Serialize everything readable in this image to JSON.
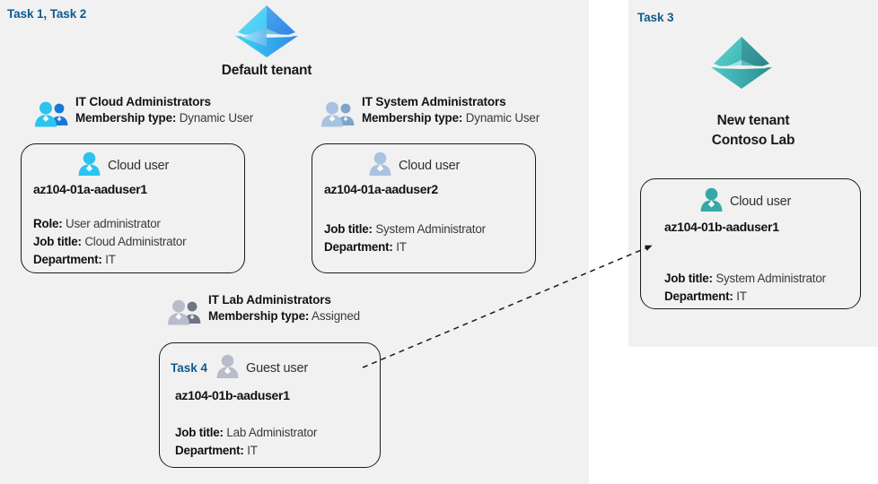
{
  "panels": {
    "left": {
      "task_label": "Task 1, Task 2"
    },
    "right": {
      "task_label": "Task 3"
    }
  },
  "tenants": [
    {
      "id": "default-tenant",
      "icon": "azure-tenant-icon",
      "color": "#31a9f0",
      "caption_line1": "Default tenant",
      "caption_line2": ""
    },
    {
      "id": "new-tenant",
      "icon": "azure-tenant-icon",
      "color": "#36b3b3",
      "caption_line1": "New  tenant",
      "caption_line2": "Contoso Lab"
    }
  ],
  "groups": [
    {
      "id": "it-cloud-administrators",
      "icon": "group-users-icon",
      "title": "IT Cloud Administrators",
      "membership_label": "Membership type:",
      "membership_value": "Dynamic User",
      "icon_color": "#2bc4f0",
      "icon_color_back": "#1779d6"
    },
    {
      "id": "it-system-administrators",
      "icon": "group-users-icon",
      "title": "IT System Administrators",
      "membership_label": "Membership type:",
      "membership_value": "Dynamic User",
      "icon_color": "#a8c3e0",
      "icon_color_back": "#7fa4c8"
    },
    {
      "id": "it-lab-administrators",
      "icon": "group-users-icon",
      "title": "IT Lab Administrators",
      "membership_label": "Membership type:",
      "membership_value": "Assigned",
      "icon_color": "#b9bcc9",
      "icon_color_back": "#6f7585"
    }
  ],
  "users": [
    {
      "id": "az104-01a-aaduser1",
      "task_tag": "",
      "icon": "cloud-user-icon",
      "user_type": "Cloud user",
      "icon_color": "#2bc4f0",
      "name": "az104-01a-aaduser1",
      "props": [
        {
          "label": "Role:",
          "value": "User administrator"
        },
        {
          "label": "Job title:",
          "value": "Cloud Administrator"
        },
        {
          "label": "Department:",
          "value": "IT"
        }
      ]
    },
    {
      "id": "az104-01a-aaduser2",
      "task_tag": "",
      "icon": "cloud-user-icon",
      "user_type": "Cloud user",
      "icon_color": "#a8c3e0",
      "name": "az104-01a-aaduser2",
      "props": [
        {
          "label": "Job title:",
          "value": "System Administrator"
        },
        {
          "label": "Department:",
          "value": "IT"
        }
      ]
    },
    {
      "id": "az104-01b-aaduser1-guest",
      "task_tag": "Task 4",
      "icon": "guest-user-icon",
      "user_type": "Guest user",
      "icon_color": "#b9bcc9",
      "name": "az104-01b-aaduser1",
      "props": [
        {
          "label": "Job title:",
          "value": "Lab Administrator"
        },
        {
          "label": "Department:",
          "value": "IT"
        }
      ]
    },
    {
      "id": "az104-01b-aaduser1-cloud",
      "task_tag": "",
      "icon": "cloud-user-icon",
      "user_type": "Cloud user",
      "icon_color": "#36a8a8",
      "name": "az104-01b-aaduser1",
      "props": [
        {
          "label": "Job title:",
          "value": "System Administrator"
        },
        {
          "label": "Department:",
          "value": "IT"
        }
      ]
    }
  ],
  "connector": {
    "id": "guest-to-cloud-user-arrow",
    "style": "dashed",
    "color": "#1b1b1b",
    "from": "az104-01b-aaduser1-guest",
    "to": "az104-01b-aaduser1-cloud"
  },
  "theme": {
    "panel_bg": "#f1f1f1",
    "page_bg": "#ffffff",
    "task_color": "#0f5a8f",
    "card_border": "#1b1b1b",
    "text_color": "#111111"
  }
}
